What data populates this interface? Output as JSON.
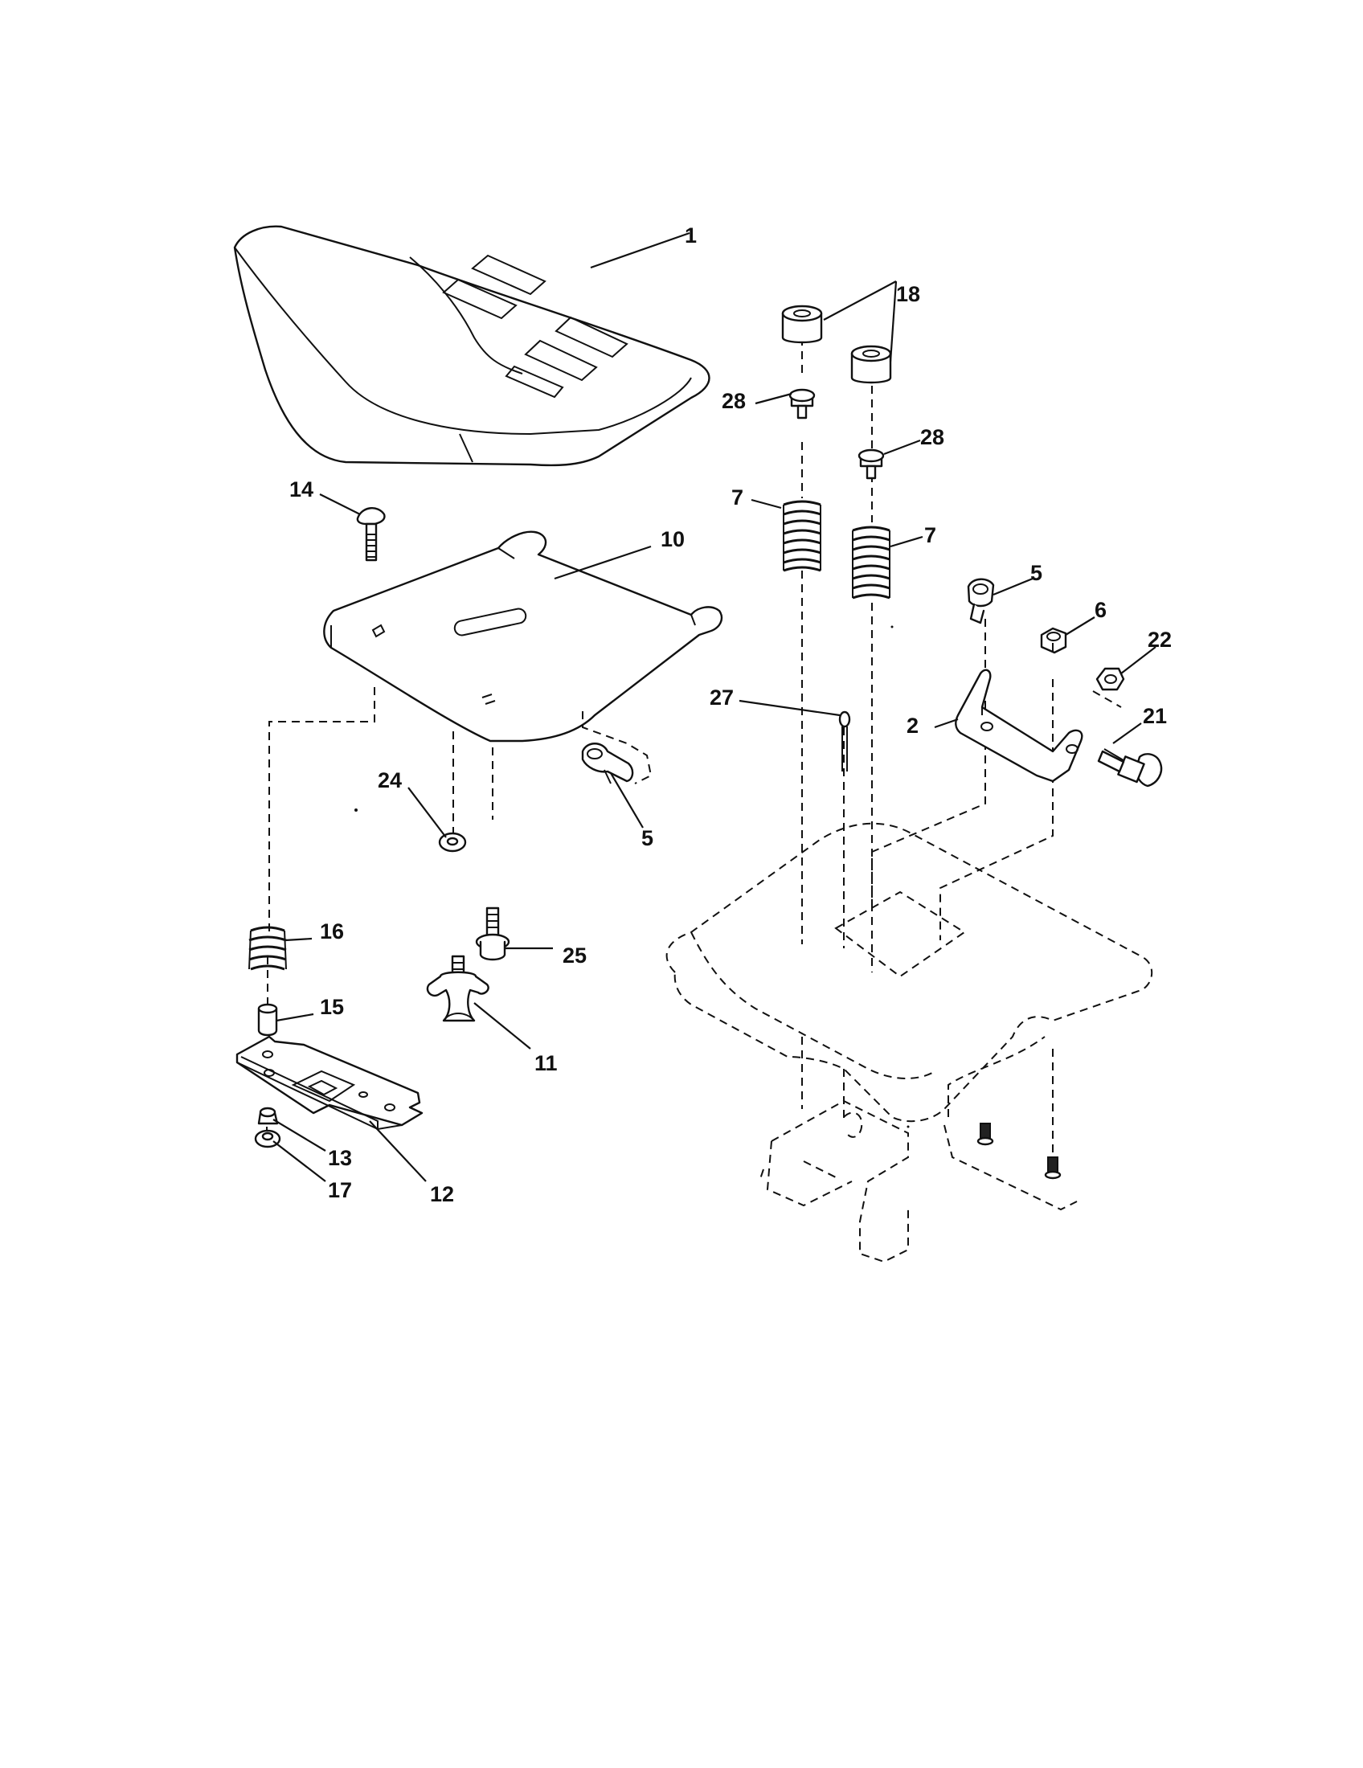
{
  "diagram": {
    "callouts": {
      "c1": "1",
      "c18": "18",
      "c28a": "28",
      "c28b": "28",
      "c7a": "7",
      "c7b": "7",
      "c14": "14",
      "c10": "10",
      "c5a": "5",
      "c6": "6",
      "c22": "22",
      "c27": "27",
      "c2": "2",
      "c21": "21",
      "c24": "24",
      "c5b": "5",
      "c16": "16",
      "c25": "25",
      "c15": "15",
      "c11": "11",
      "c13": "13",
      "c17": "17",
      "c12": "12"
    }
  }
}
